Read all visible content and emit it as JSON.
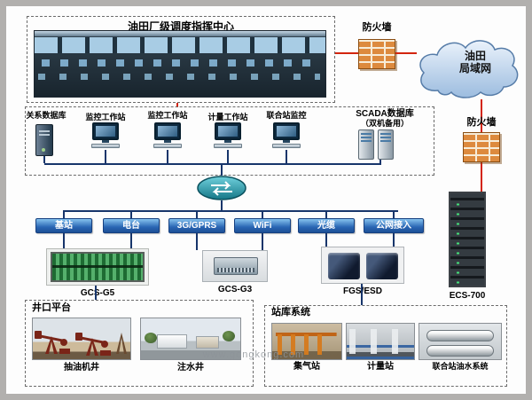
{
  "control_center": {
    "title": "油田厂级调度指挥中心"
  },
  "firewall_top": {
    "label": "防火墙"
  },
  "firewall_right": {
    "label": "防火墙"
  },
  "cloud": {
    "line1": "油田",
    "line2": "局域网"
  },
  "mid": {
    "db_label": "关系数据库",
    "stations": [
      "监控工作站",
      "监控工作站",
      "计量工作站",
      "联合站监控"
    ],
    "scada_title": "SCADA数据库",
    "scada_sub": "（双机备用）"
  },
  "bus": {
    "items": [
      "基站",
      "电台",
      "3G/GPRS",
      "WiFi",
      "光缆",
      "公网接入"
    ]
  },
  "equipment": {
    "labels": [
      "GCS-G5",
      "GCS-G3",
      "FGS/ESD",
      "ECS-700"
    ]
  },
  "wellhead": {
    "title": "井口平台",
    "captions": [
      "抽油机井",
      "注水井"
    ]
  },
  "station": {
    "title": "站库系统",
    "captions": [
      "集气站",
      "计量站",
      "联合站油水系统"
    ]
  },
  "watermark": "www.gongkong.com",
  "colors": {
    "line_red": "#d3250e",
    "line_dark": "#17356b",
    "bus_blue": "#1c4f96"
  }
}
